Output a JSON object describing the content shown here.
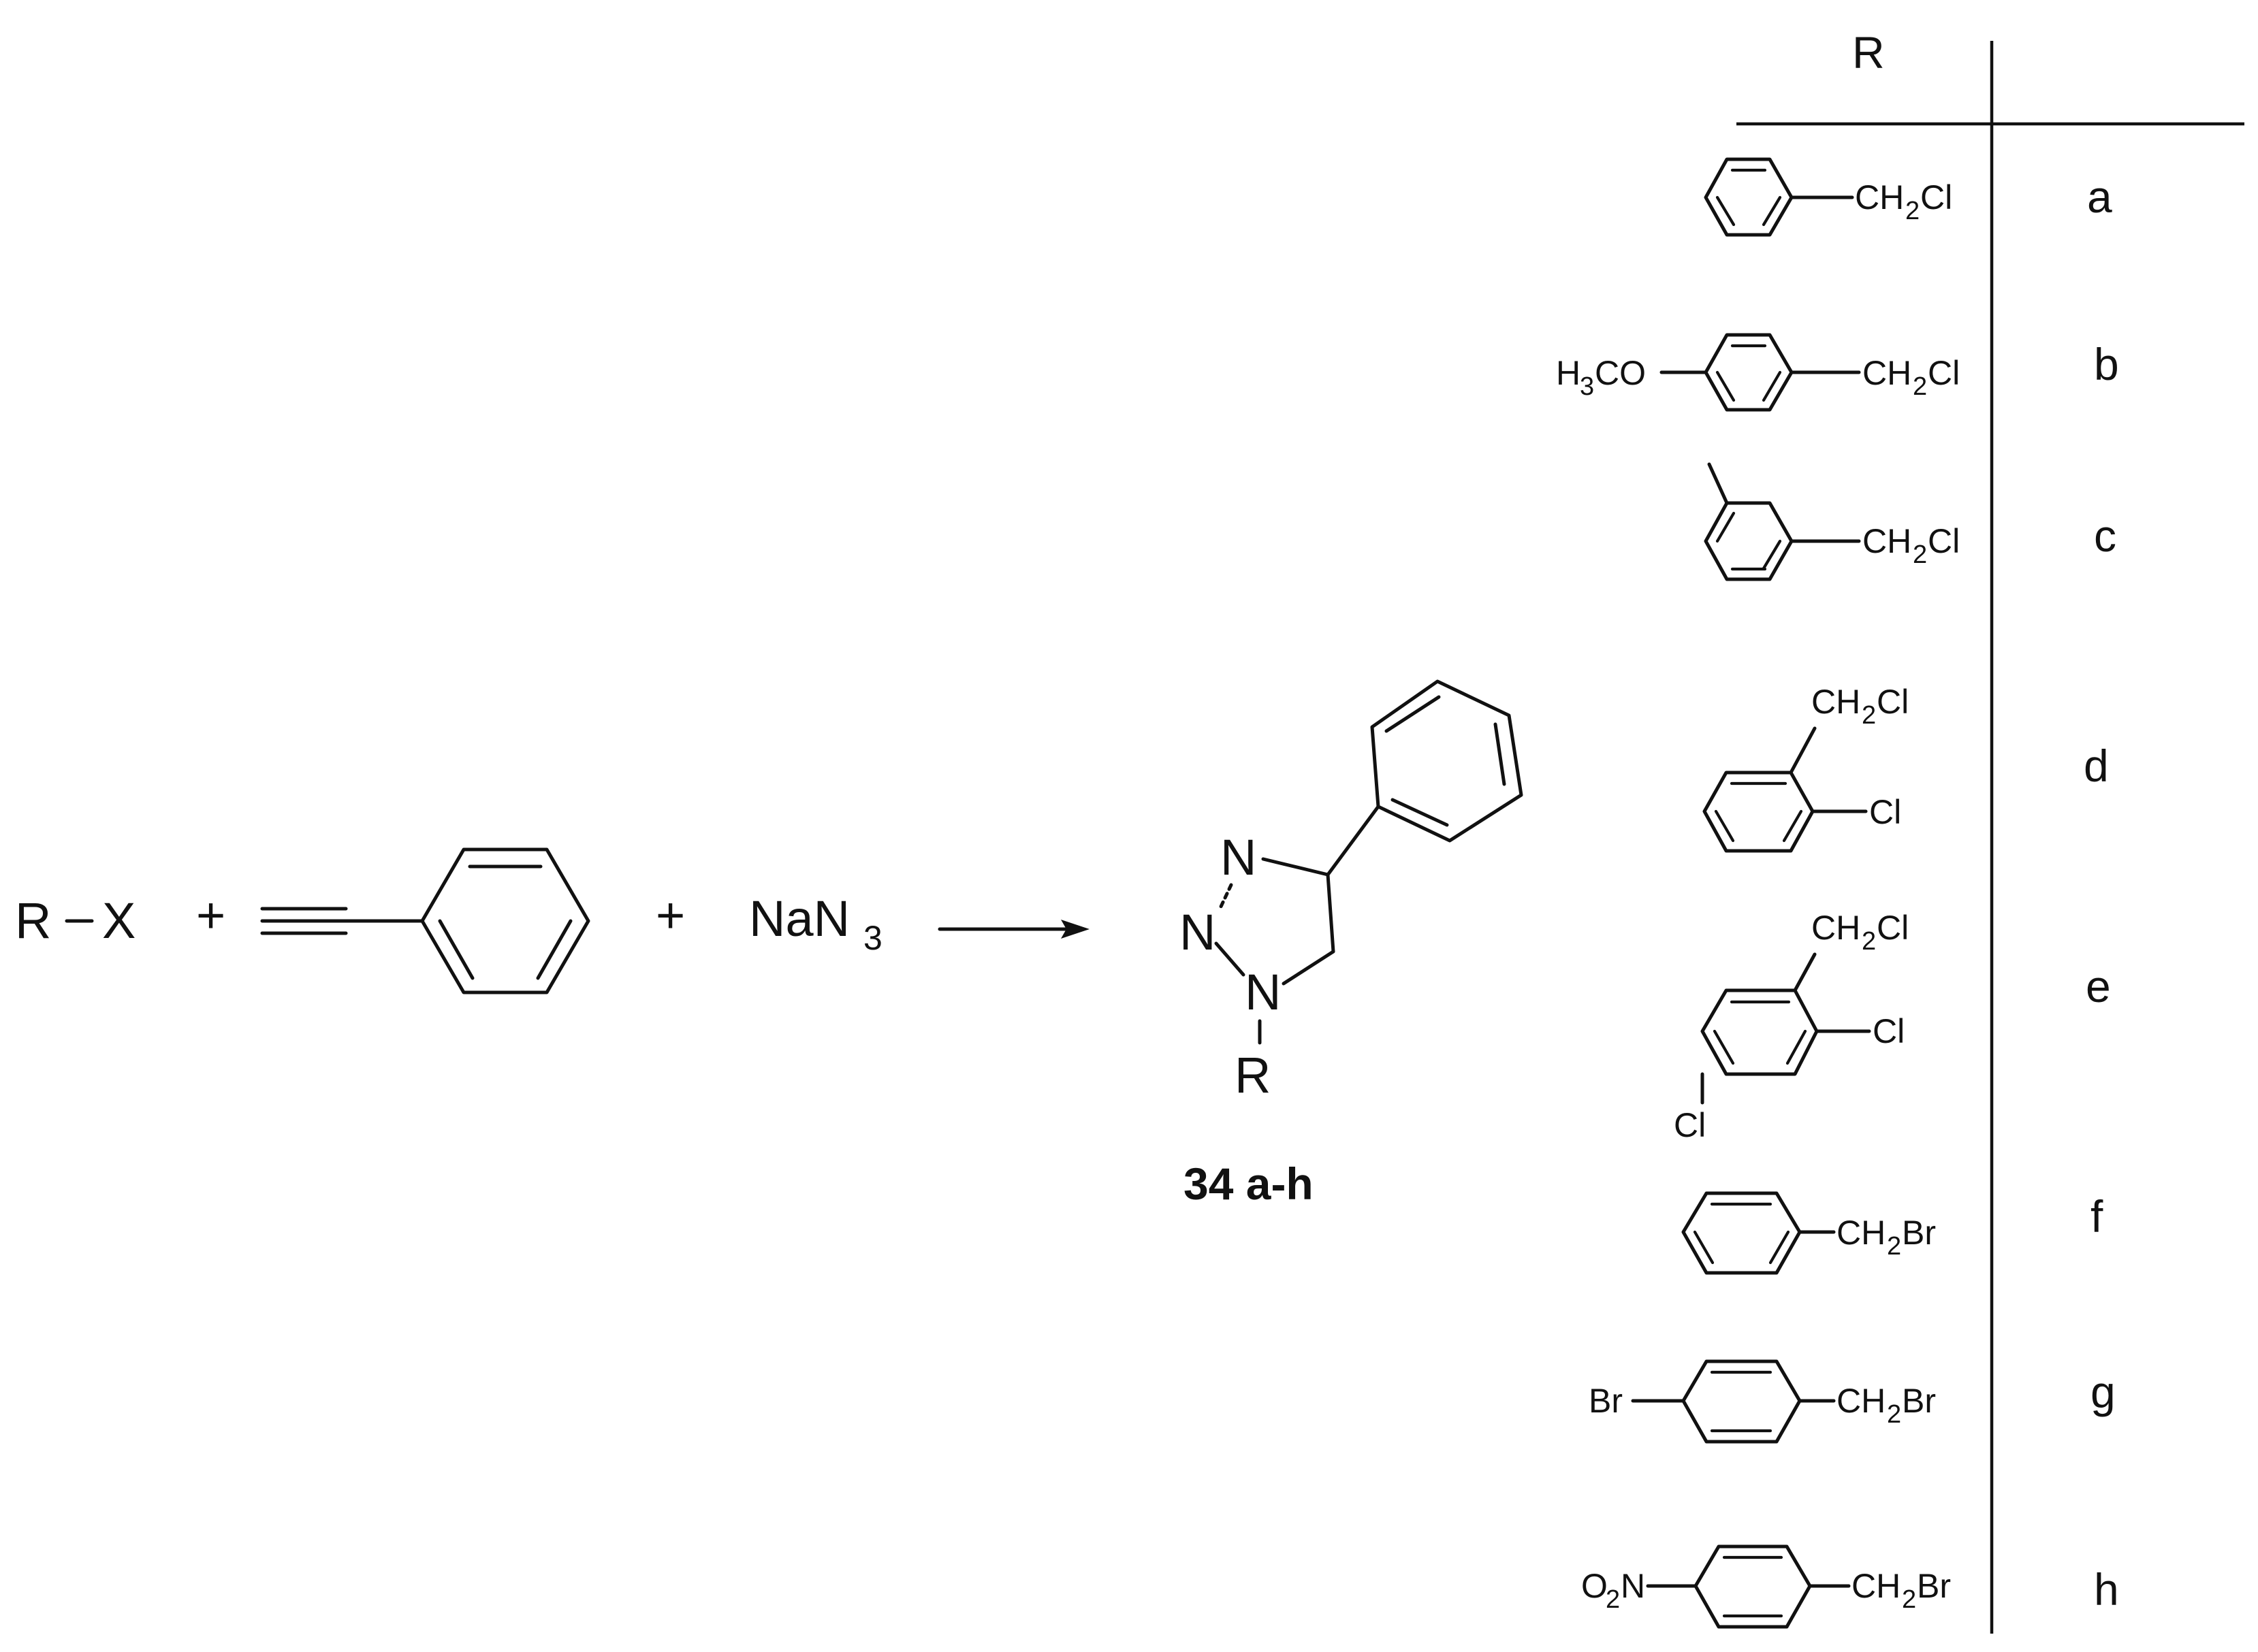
{
  "scheme": {
    "reactant_r": "R",
    "reactant_x": "X",
    "plus_1": "+",
    "plus_2": "+",
    "reagent_na": "NaN",
    "reagent_sub": "3",
    "product_n1": "N",
    "product_n2": "N",
    "product_n3": "N",
    "product_r": "R",
    "product_label": "34 a-h"
  },
  "table": {
    "header_r": "R",
    "rows": [
      {
        "id": "a",
        "group": "CH",
        "sub": "2",
        "tail": "Cl"
      },
      {
        "id": "b",
        "group": "CH",
        "sub": "2",
        "tail": "Cl",
        "substituent": "H",
        "substituent_sub": "3",
        "substituent_tail": "CO"
      },
      {
        "id": "c",
        "group": "CH",
        "sub": "2",
        "tail": "Cl"
      },
      {
        "id": "d",
        "group": "CH",
        "sub": "2",
        "tail": "Cl",
        "substituent": "Cl"
      },
      {
        "id": "e",
        "group": "CH",
        "sub": "2",
        "tail": "Cl",
        "substituent": "Cl",
        "substituent2": "Cl"
      },
      {
        "id": "f",
        "group": "CH",
        "sub": "2",
        "tail": "Br"
      },
      {
        "id": "g",
        "group": "CH",
        "sub": "2",
        "tail": "Br",
        "substituent": "Br"
      },
      {
        "id": "h",
        "group": "CH",
        "sub": "2",
        "tail": "Br",
        "substituent": "O",
        "substituent_sub": "2",
        "substituent_tail": "N"
      }
    ]
  }
}
